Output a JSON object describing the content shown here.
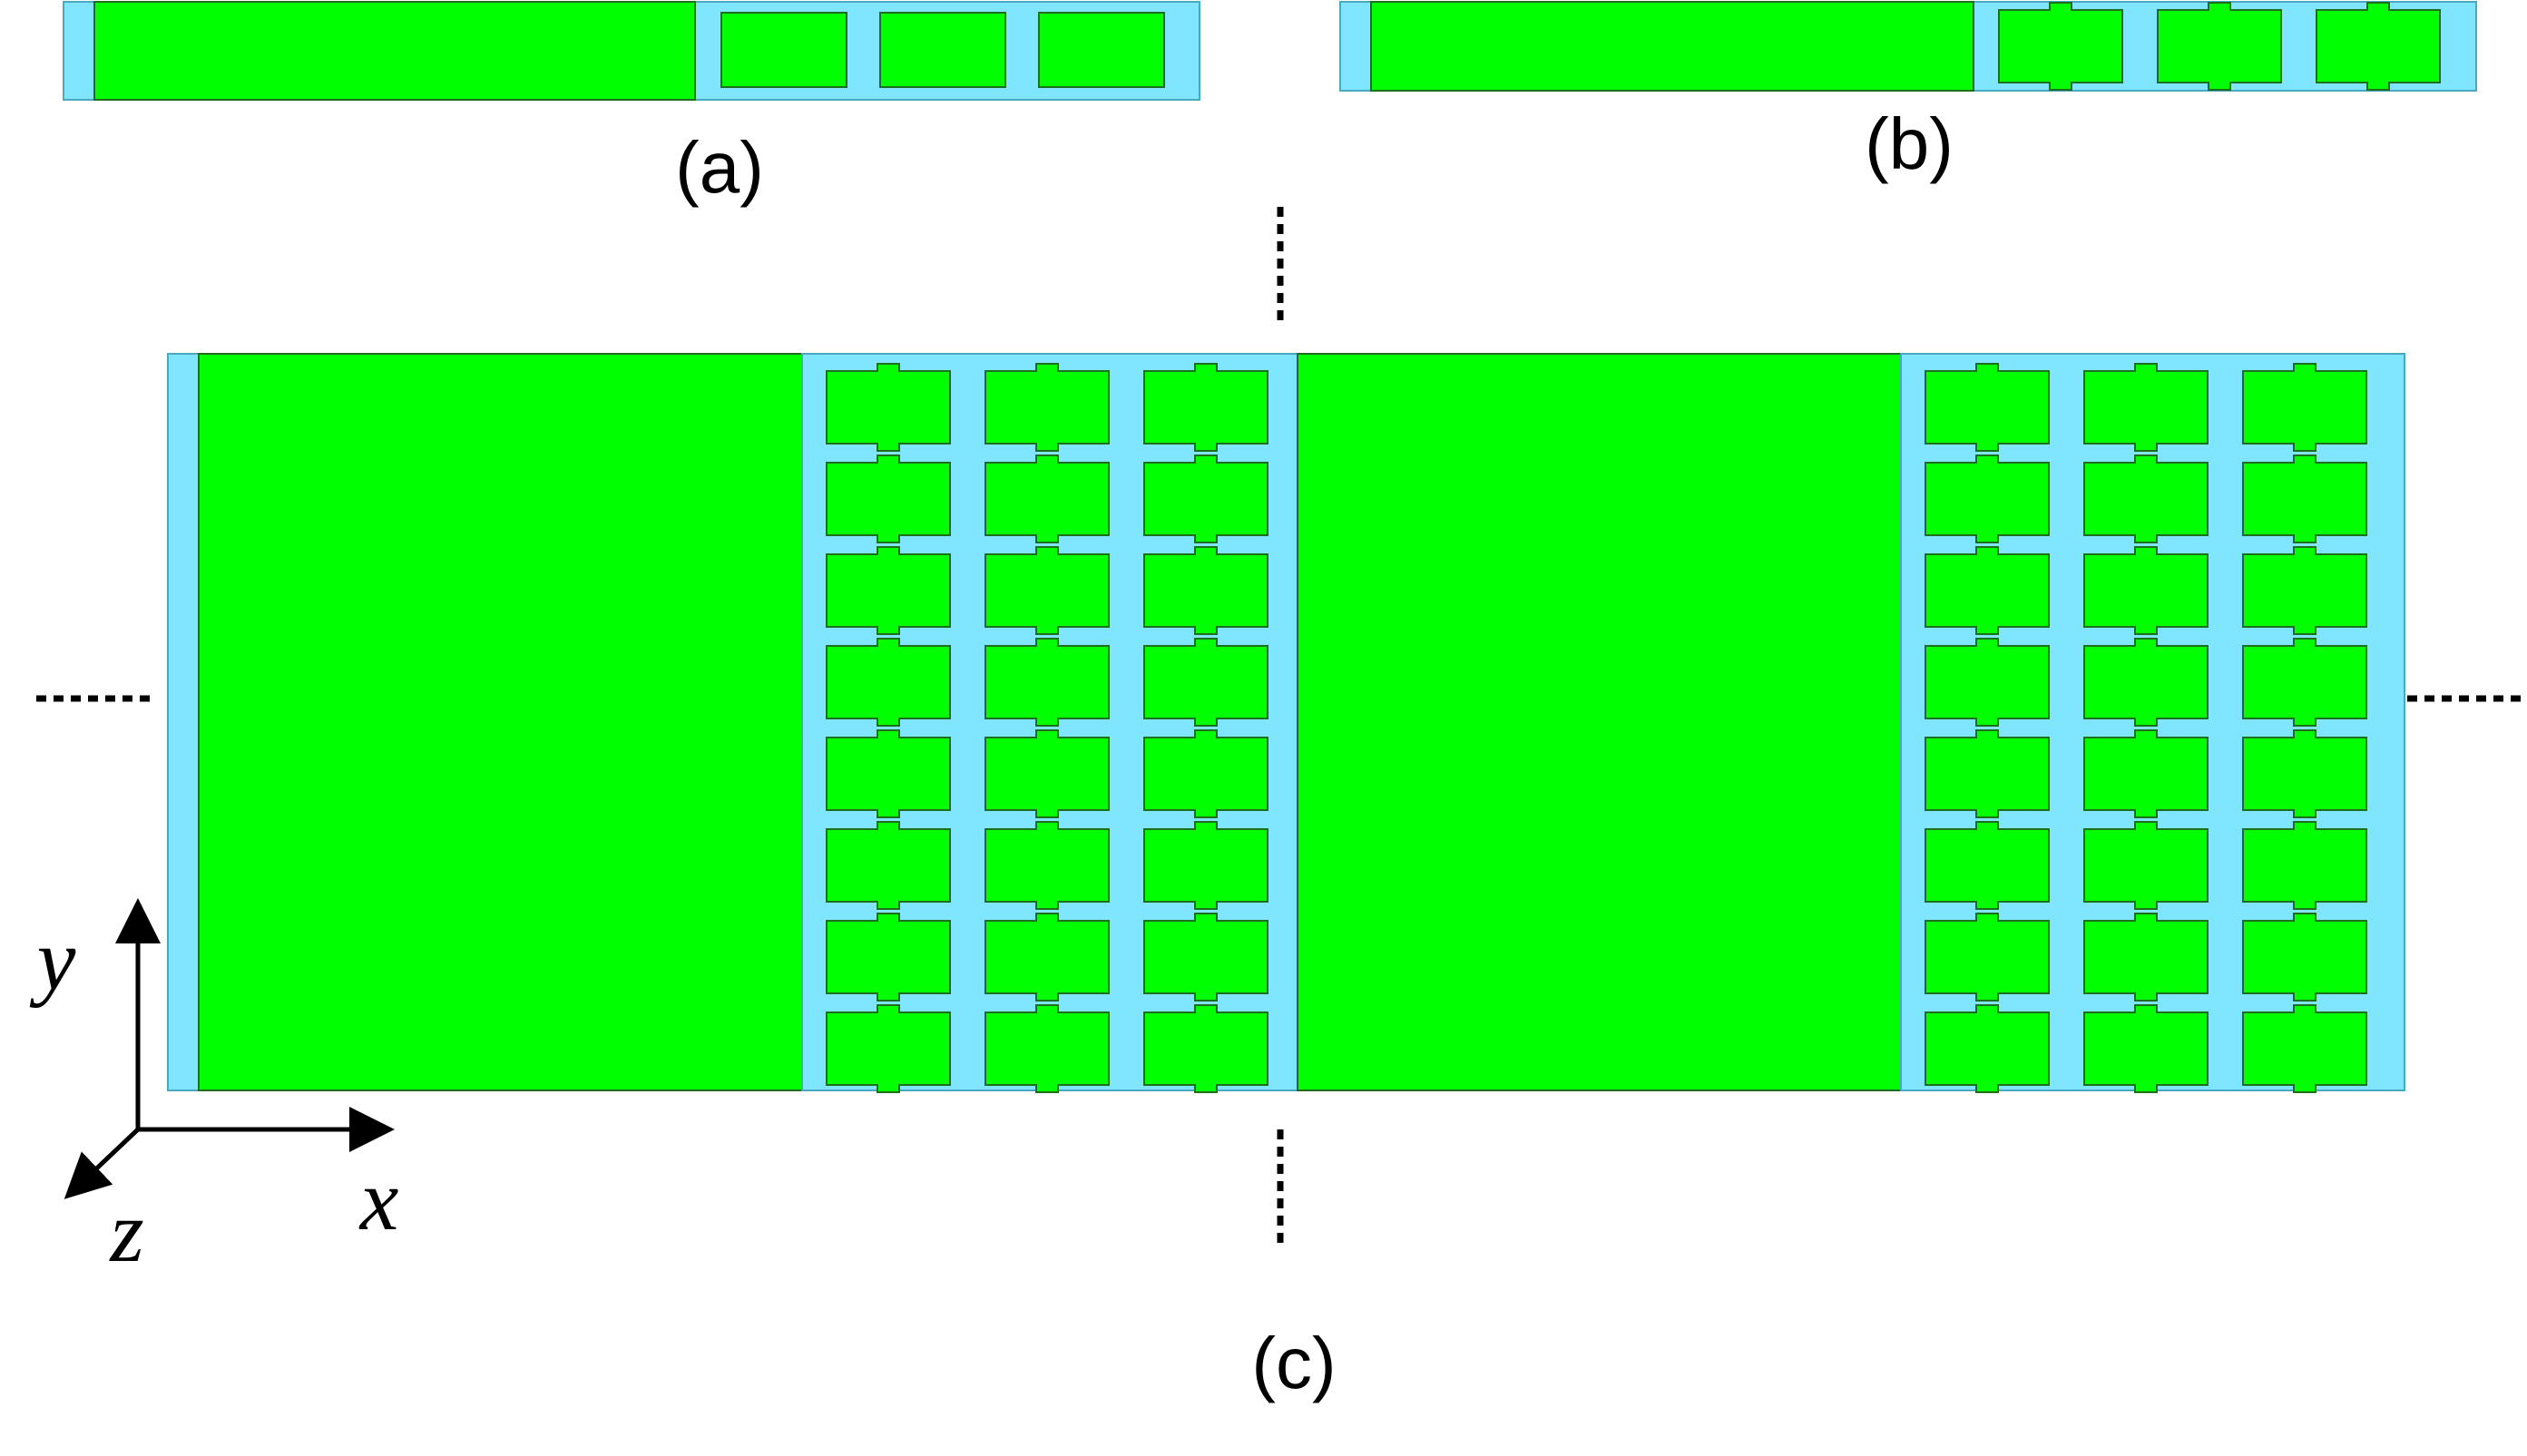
{
  "captions": {
    "a": "(a)",
    "b": "(b)",
    "c": "(c)"
  },
  "axes": {
    "x": "x",
    "y": "y",
    "z": "z"
  },
  "colors": {
    "substrate": "#80E5FF",
    "metal": "#00FF00",
    "outline": "#1E6E1E",
    "line": "#000000"
  },
  "structure": {
    "top_panel_cell_columns": 3,
    "top_panel_cell_rows": 1,
    "main_cell_columns": 3,
    "main_cell_rows": 8,
    "main_unit_count": 2
  }
}
